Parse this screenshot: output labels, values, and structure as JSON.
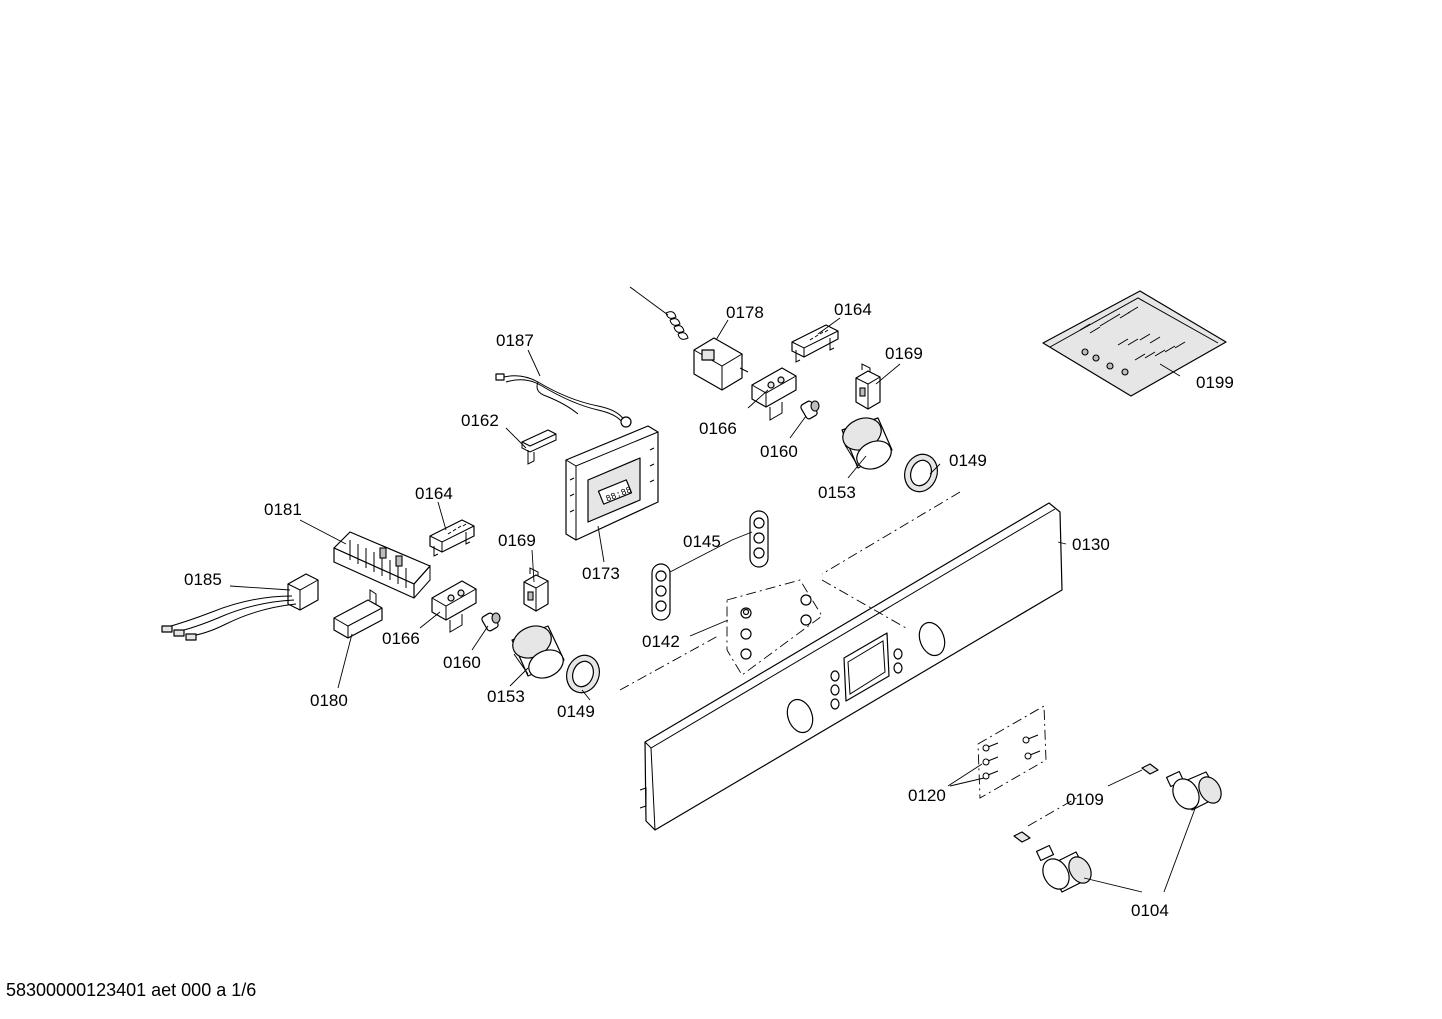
{
  "labels": {
    "p0178": "0178",
    "p0164_top": "0164",
    "p0187": "0187",
    "p0169_top": "0169",
    "p0199": "0199",
    "p0162": "0162",
    "p0166_top": "0166",
    "p0160_top": "0160",
    "p0149_top": "0149",
    "p0153_top": "0153",
    "p0181": "0181",
    "p0164_left": "0164",
    "p0169_mid": "0169",
    "p0145": "0145",
    "p0130": "0130",
    "p0173": "0173",
    "p0185": "0185",
    "p0166_bot": "0166",
    "p0142": "0142",
    "p0160_bot": "0160",
    "p0180": "0180",
    "p0153_bot": "0153",
    "p0149_bot": "0149",
    "p0120": "0120",
    "p0109": "0109",
    "p0104": "0104"
  },
  "footer": {
    "text": "58300000123401 aet 000 a 1/6"
  }
}
